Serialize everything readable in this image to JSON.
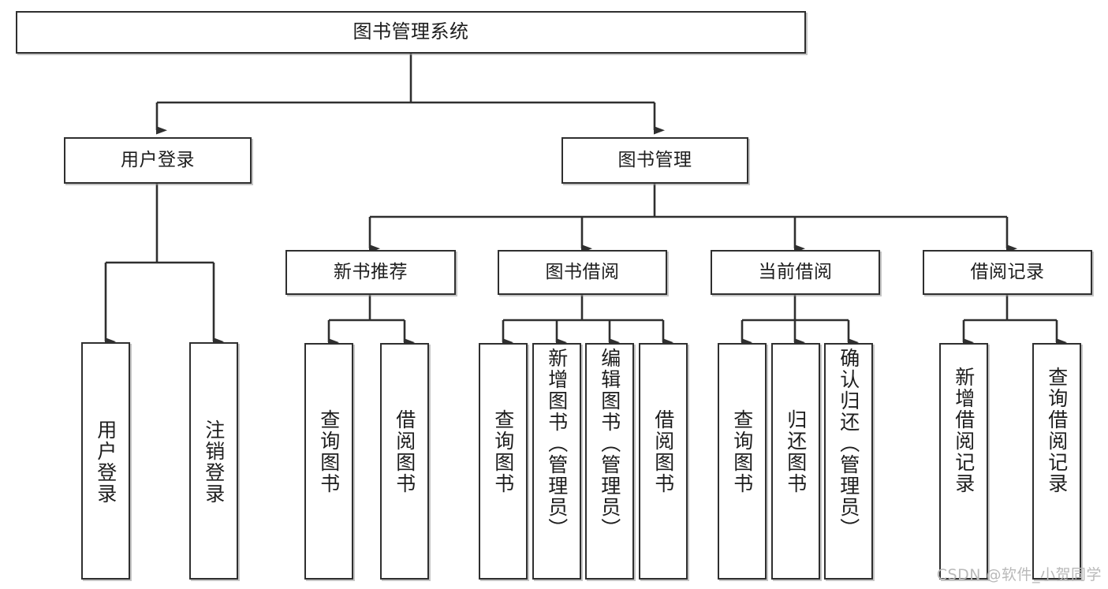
{
  "diagram": {
    "type": "tree",
    "title": "图书管理系统",
    "watermark": "CSDN @软件_小贺同学",
    "colors": {
      "box_border": "#2f2f2f",
      "box_fill": "#ffffff",
      "connector": "#2f2f2f",
      "watermark": "#b9b9b9",
      "background": "#ffffff"
    },
    "nodes": {
      "root": {
        "label": "图书管理系统"
      },
      "level1": [
        {
          "label": "用户登录"
        },
        {
          "label": "图书管理"
        }
      ],
      "level2": [
        {
          "label": "新书推荐"
        },
        {
          "label": "图书借阅"
        },
        {
          "label": "当前借阅"
        },
        {
          "label": "借阅记录"
        }
      ],
      "leaves": {
        "user_login": [
          {
            "label": "用户登录"
          },
          {
            "label": "注销登录"
          }
        ],
        "new_book_recommend": [
          {
            "label": "查询图书"
          },
          {
            "label": "借阅图书"
          }
        ],
        "book_borrow": [
          {
            "label": "查询图书"
          },
          {
            "label": "新增图书（管理员）"
          },
          {
            "label": "编辑图书（管理员）"
          },
          {
            "label": "借阅图书"
          }
        ],
        "current_borrow": [
          {
            "label": "查询图书"
          },
          {
            "label": "归还图书"
          },
          {
            "label": "确认归还（管理员）"
          }
        ],
        "borrow_record": [
          {
            "label": "新增借阅记录"
          },
          {
            "label": "查询借阅记录"
          }
        ]
      }
    }
  }
}
